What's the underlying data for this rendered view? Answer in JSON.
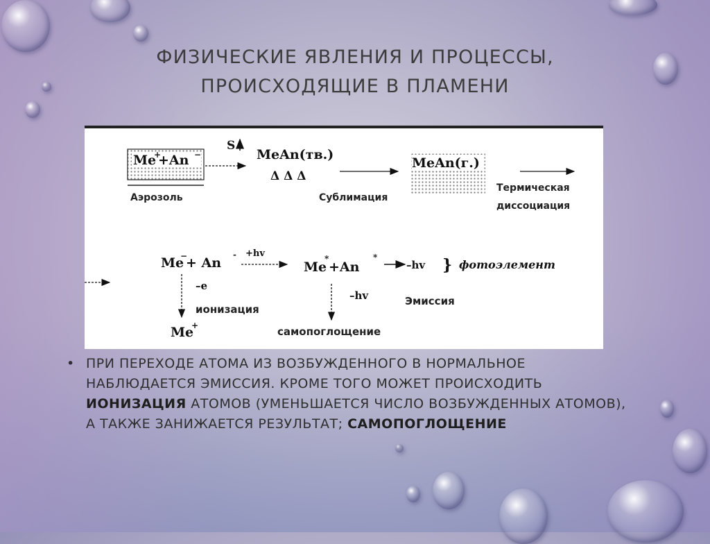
{
  "slide": {
    "title_line1": "ФИЗИЧЕСКИЕ ЯВЛЕНИЯ И ПРОЦЕССЫ,",
    "title_line2": "ПРОИСХОДЯЩИЕ В ПЛАМЕНИ"
  },
  "diagram": {
    "top_left_formula_me": "Me",
    "top_left_formula_plus_an": "+An",
    "top_left_sup1": "+",
    "top_left_sup2": "−",
    "aerosol": "Аэрозоль",
    "s_label": "S",
    "mean_solid": "MeAn(тв.)",
    "triangles": "Δ Δ Δ",
    "sublimation": "Сублимация",
    "mean_gas": "MeAn(г.)",
    "thermal_line1": "Термическая",
    "thermal_line2": "диссоциация",
    "me_an_formula": "Me",
    "me_an_plus": "+ An",
    "me_sup": "−",
    "an_sup": "-",
    "plus_hv": "+hv",
    "excited_me": "Me",
    "excited_plus_an": "+An",
    "excited_sup1": "*",
    "excited_sup2": "*",
    "minus_hv_right": "–hv",
    "brace": "}",
    "photoelement": "фотоэлемент",
    "minus_e": "–e",
    "ionization": "ионизация",
    "minus_hv_down": "–hv",
    "emission": "Эмиссия",
    "me_plus": "Me",
    "me_plus_sup": "+",
    "self_absorption": "самопоглощение"
  },
  "bullet": {
    "marker": "•",
    "part1": "ПРИ ПЕРЕХОДЕ АТОМА ИЗ ВОЗБУЖДЕННОГО В НОРМАЛЬНОЕ НАБЛЮДАЕТСЯ ЭМИССИЯ. КРОМЕ ТОГО МОЖЕТ ПРОИСХОДИТЬ ",
    "bold1": "ИОНИЗАЦИЯ",
    "part2": " АТОМОВ (УМЕНЬШАЕТСЯ ЧИСЛО ВОЗБУЖДЕННЫХ АТОМОВ), А ТАКЖЕ ЗАНИЖАЕТСЯ РЕЗУЛЬТАТ; ",
    "bold2": "САМОПОГЛОЩЕНИЕ"
  }
}
